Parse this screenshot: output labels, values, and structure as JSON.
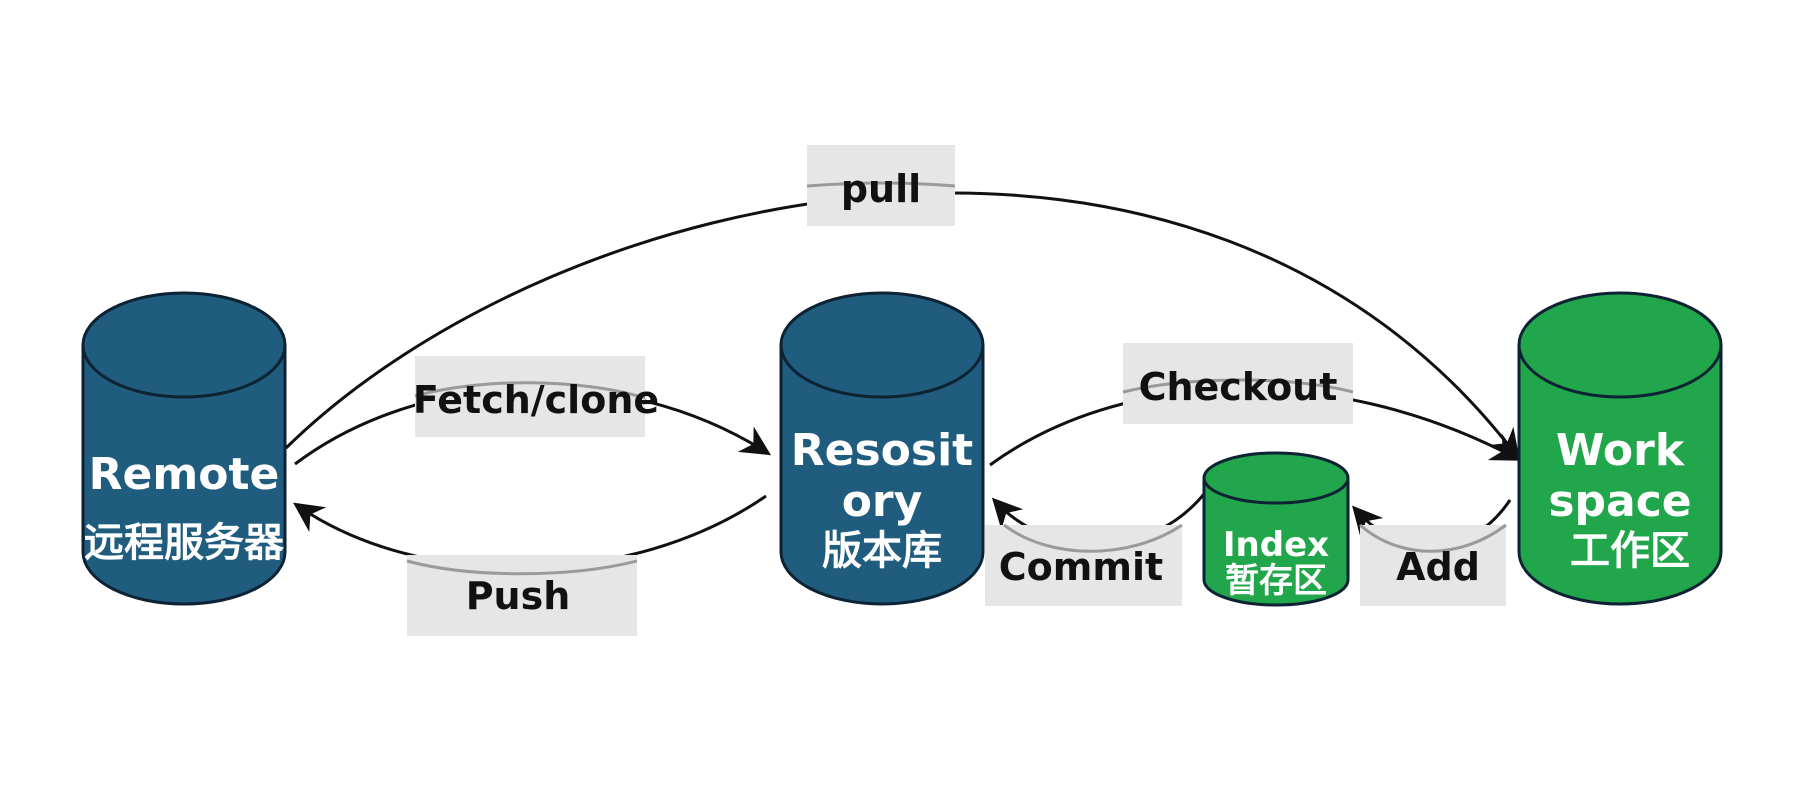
{
  "colors": {
    "repo_blue": "#1f5c7e",
    "work_green": "#22a64c",
    "label_bg": "#e6e6e6",
    "outline": "#0d2233",
    "arrow": "#111111"
  },
  "nodes": {
    "remote": {
      "line1": "Remote",
      "line2": "远程服务器"
    },
    "repository": {
      "line1": "Resosit",
      "line2": "ory",
      "line3": "版本库"
    },
    "index": {
      "line1": "Index",
      "line2": "暂存区"
    },
    "workspace": {
      "line1": "Work",
      "line2": "space",
      "line3": "工作区"
    }
  },
  "operations": {
    "pull": "pull",
    "fetch_clone": "Fetch/clone",
    "push": "Push",
    "checkout": "Checkout",
    "commit": "Commit",
    "add": "Add"
  }
}
